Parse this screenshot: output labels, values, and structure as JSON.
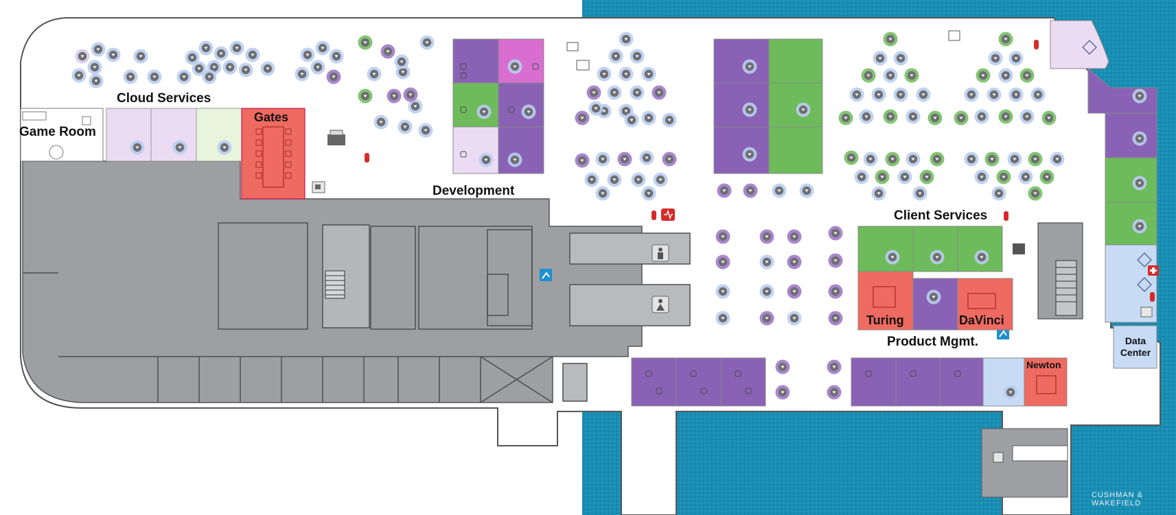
{
  "floorplan": {
    "departments": {
      "cloud_services": "Cloud Services",
      "game_room": "Game Room",
      "development": "Development",
      "client_services": "Client Services",
      "product_mgmt": "Product Mgmt.",
      "data_center_line1": "Data",
      "data_center_line2": "Center"
    },
    "meeting_rooms": {
      "gates": "Gates",
      "turing": "Turing",
      "davinci": "DaVinci",
      "newton": "Newton"
    },
    "brand": {
      "line1": "CUSHMAN &",
      "line2": "WAKEFIELD"
    },
    "icons": [
      "restroom-men-icon",
      "restroom-women-icon",
      "fire-extinguisher-icon",
      "defibrillator-icon",
      "first-aid-icon",
      "emergency-exit-icon",
      "printer-icon",
      "coffee-icon",
      "stairs-icon",
      "elevator-icon"
    ],
    "colors": {
      "water": "#1b8fb3",
      "core_gray": "#9d9fa3",
      "purple_office": "#8a62b5",
      "green_office": "#6dbb5b",
      "pink_office": "#d86ed0",
      "red_meeting": "#ef6a60",
      "light_lavender": "#ecdcf3",
      "light_green": "#e9f4dd",
      "light_blue": "#c7dbf5",
      "workstation_ring": "#a9c3ec"
    }
  }
}
